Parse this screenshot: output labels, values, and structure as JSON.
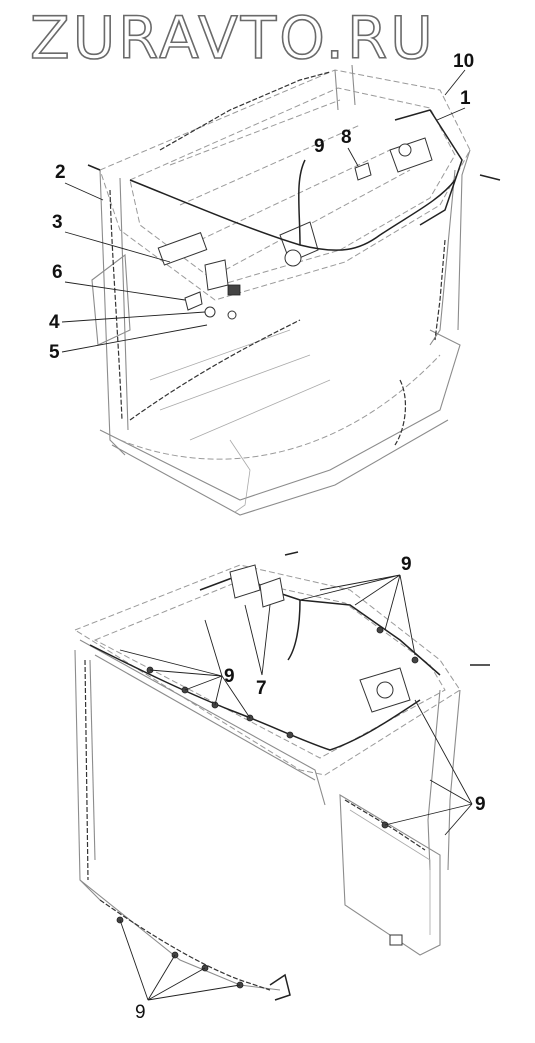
{
  "watermark": {
    "text": "ZURAVTO.RU"
  },
  "diagram_top": {
    "callouts": [
      {
        "id": "10",
        "label": "10"
      },
      {
        "id": "1",
        "label": "1"
      },
      {
        "id": "2",
        "label": "2"
      },
      {
        "id": "3",
        "label": "3"
      },
      {
        "id": "6",
        "label": "6"
      },
      {
        "id": "4",
        "label": "4"
      },
      {
        "id": "5",
        "label": "5"
      },
      {
        "id": "9",
        "label": "9"
      },
      {
        "id": "8",
        "label": "8"
      }
    ]
  },
  "diagram_bottom": {
    "callouts": [
      {
        "id": "9a",
        "label": "9"
      },
      {
        "id": "9b",
        "label": "9"
      },
      {
        "id": "7",
        "label": "7"
      },
      {
        "id": "9c",
        "label": "9"
      },
      {
        "id": "9d",
        "label": "9"
      }
    ]
  }
}
